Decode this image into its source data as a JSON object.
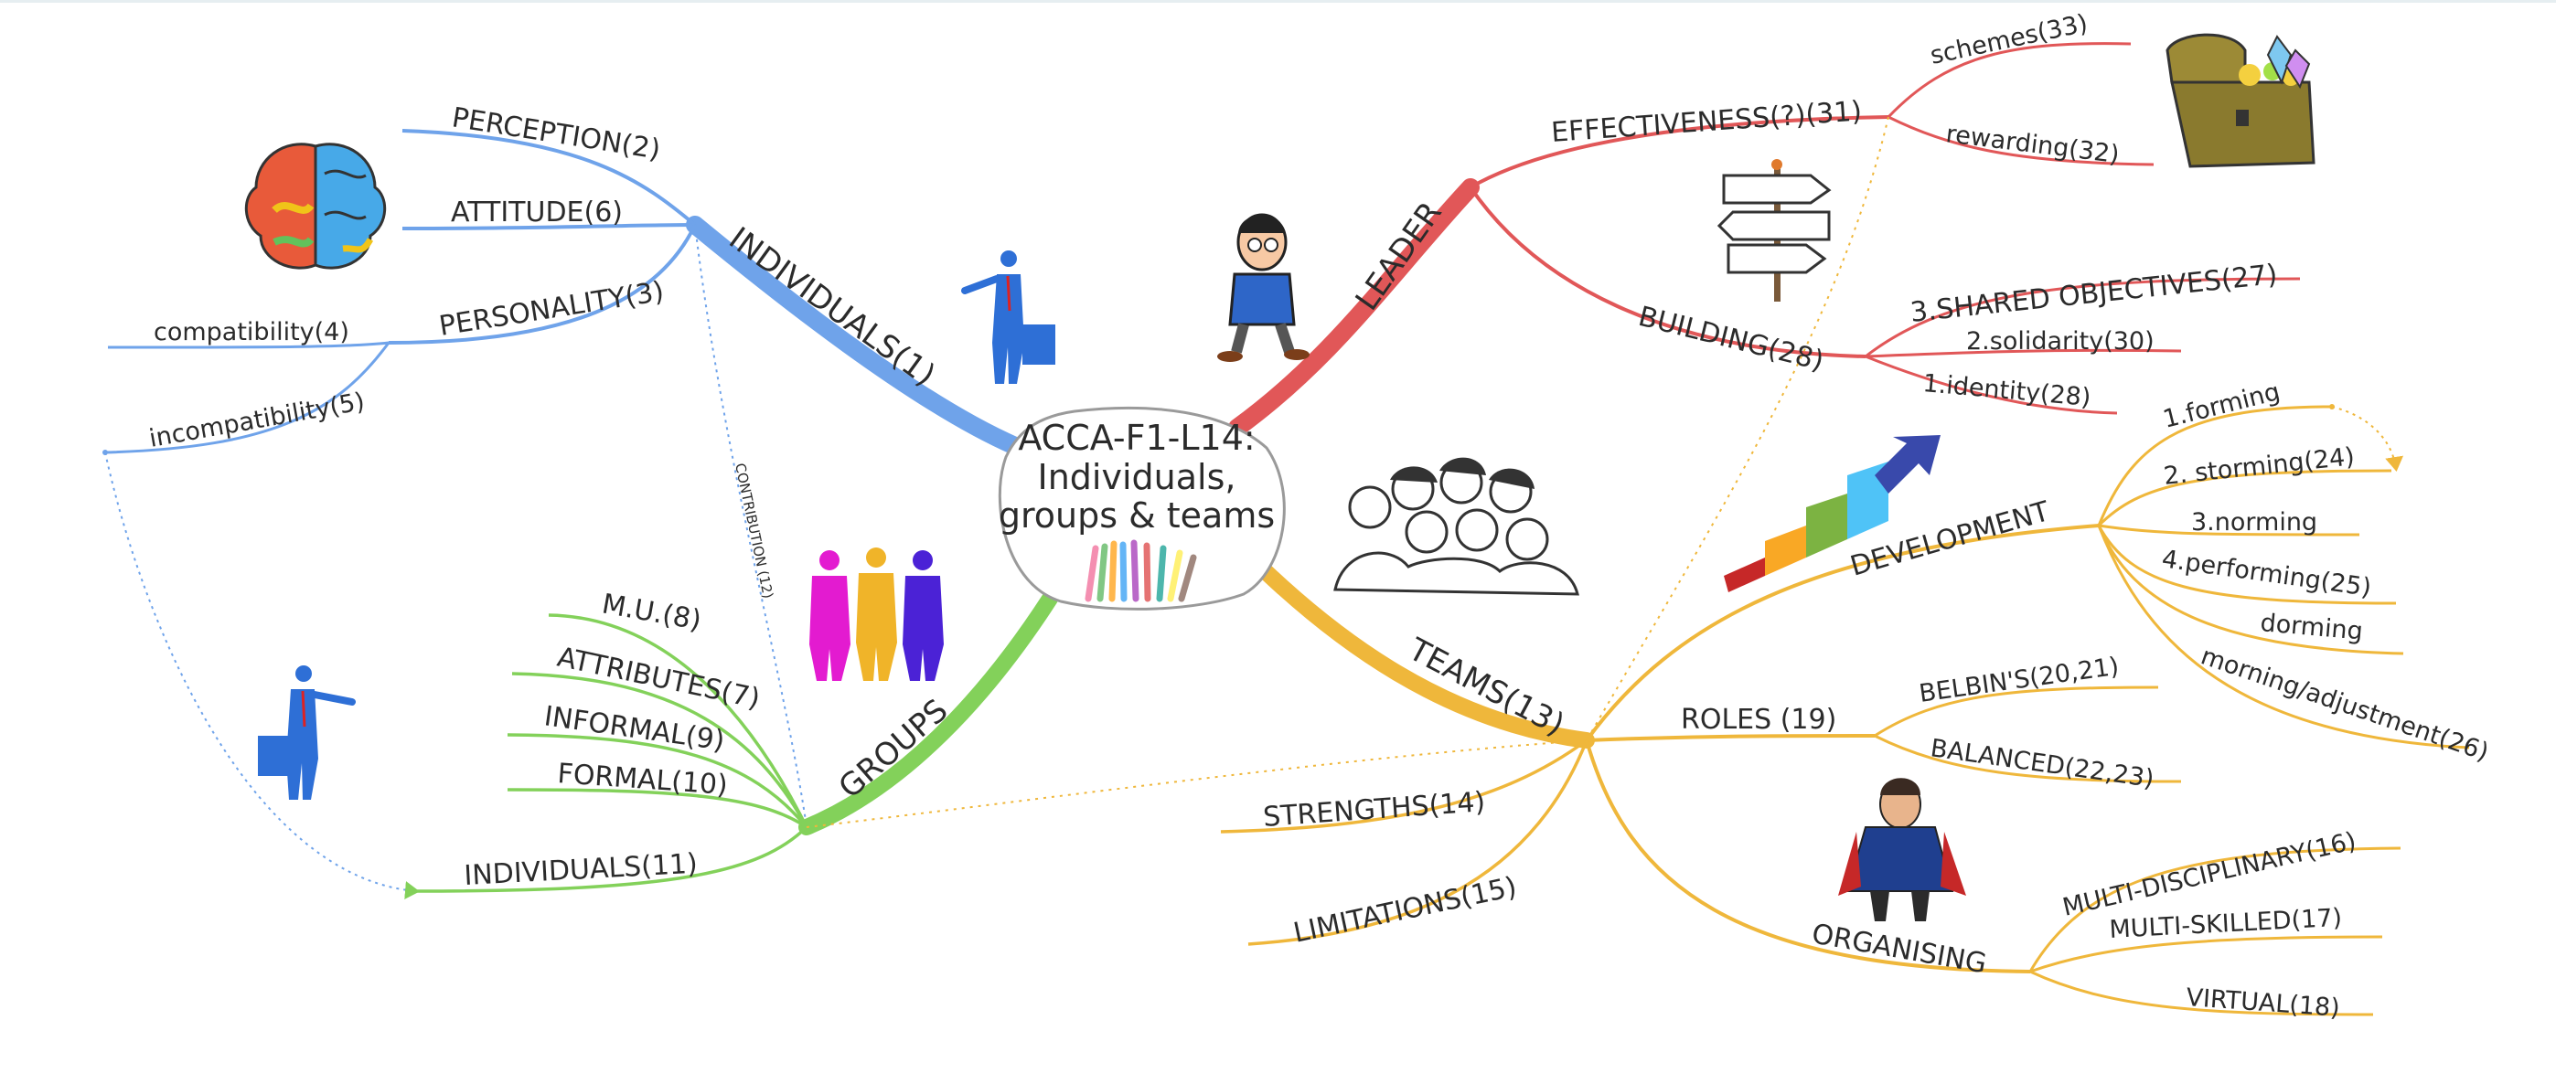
{
  "central": {
    "line1": "ACCA-F1-L14:",
    "line2": "Individuals,",
    "line3": "groups & teams"
  },
  "colors": {
    "blue": "#6fa3ea",
    "red": "#e15758",
    "green": "#83d15a",
    "orange": "#efb73b"
  },
  "branches": {
    "individuals": {
      "label": "INDIVIDUALS(1)",
      "children": {
        "perception": "PERCEPTION(2)",
        "attitude": "ATTITUDE(6)",
        "personality": "PERSONALITY(3)",
        "compatibility": "compatibility(4)",
        "incompatibility": "incompatibility(5)"
      },
      "contribution": "CONTRIBUTION (12)"
    },
    "groups": {
      "label": "GROUPS",
      "children": {
        "mu": "M.U.(8)",
        "attributes": "ATTRIBUTES(7)",
        "informal": "INFORMAL(9)",
        "formal": "FORMAL(10)",
        "individuals": "INDIVIDUALS(11)"
      }
    },
    "leader": {
      "label": "LEADER",
      "effectiveness": "EFFECTIVENESS(?)(31)",
      "schemes": "schemes(33)",
      "rewarding": "rewarding(32)",
      "building": "BUILDING(28)",
      "shared": "3.SHARED OBJECTIVES(27)",
      "solidarity": "2.solidarity(30)",
      "identity": "1.identity(28)"
    },
    "teams": {
      "label": "TEAMS(13)",
      "development": "DEVELOPMENT",
      "forming": "1.forming",
      "storming": "2. storming(24)",
      "norming": "3.norming",
      "performing": "4.performing(25)",
      "dorming": "dorming",
      "morning": "morning/adjustment(26)",
      "roles": "ROLES (19)",
      "belbins": "BELBIN'S(20,21)",
      "balanced": "BALANCED(22,23)",
      "strengths": "STRENGTHS(14)",
      "limitations": "LIMITATIONS(15)",
      "organising": "ORGANISING",
      "multidisciplinary": "MULTI-DISCIPLINARY(16)",
      "multiskilled": "MULTI-SKILLED(17)",
      "virtual": "VIRTUAL(18)"
    }
  },
  "icons": [
    "brain-icon",
    "businessman-icon",
    "cartoon-man-icon",
    "signpost-icon",
    "treasure-chest-icon",
    "team-people-icon",
    "stairs-arrow-icon",
    "group-suits-icon",
    "wizard-icon",
    "hands-icon"
  ]
}
